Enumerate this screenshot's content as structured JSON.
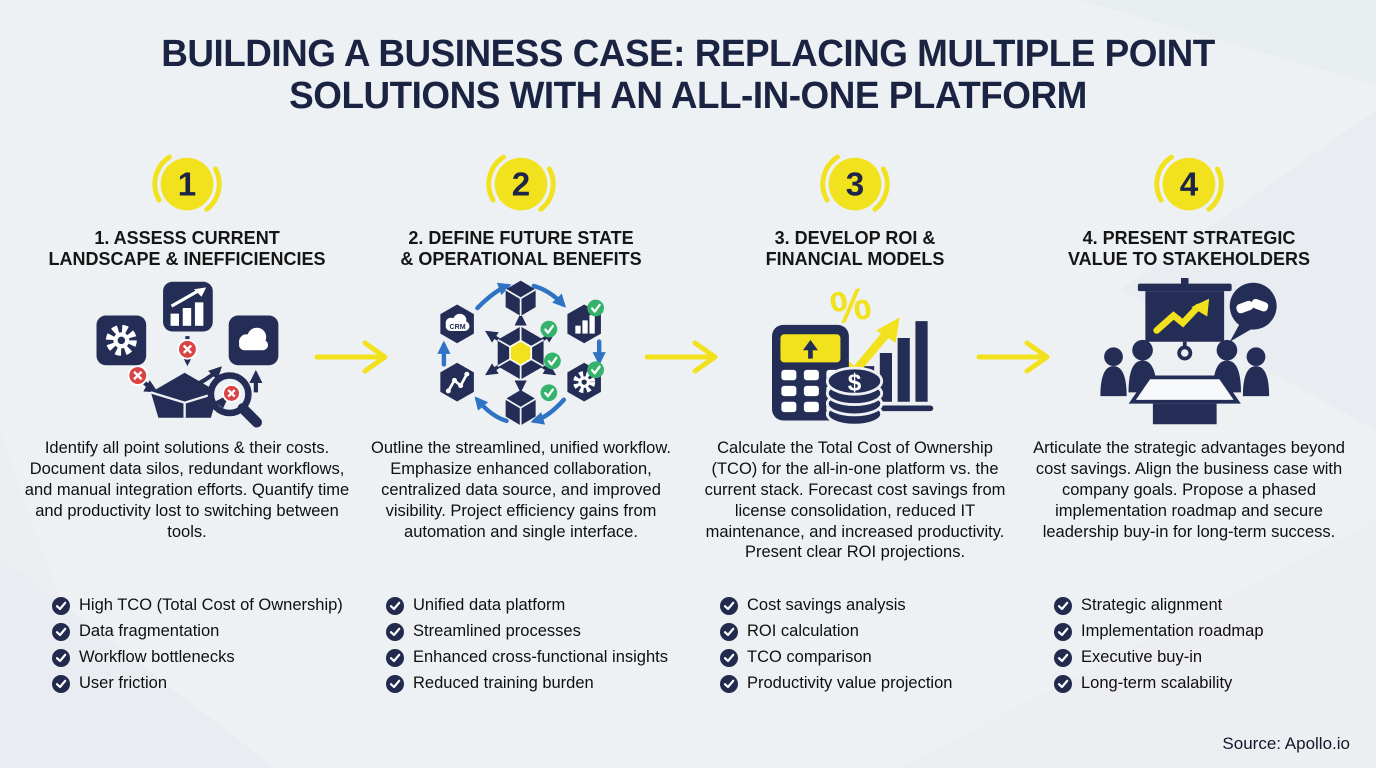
{
  "title": "BUILDING A BUSINESS CASE: REPLACING MULTIPLE POINT\nSOLUTIONS WITH AN ALL-IN-ONE PLATFORM",
  "source": "Source: Apollo.io",
  "colors": {
    "accent_yellow": "#f2e11d",
    "navy": "#232d55",
    "title_navy": "#1a2342",
    "green_check": "#35b36c",
    "red_error": "#da4444",
    "blue_arrow": "#2e73c4",
    "background": "#eef1f4"
  },
  "steps": [
    {
      "number": "1",
      "title": "1. ASSESS CURRENT\nLANDSCAPE & INEFFICIENCIES",
      "icon": "fragmented-tools-audit-icon",
      "description": "Identify all point solutions & their costs. Document data silos, redundant workflows, and manual integration efforts. Quantify time and productivity lost to switching between tools.",
      "bullets": [
        "High TCO (Total Cost of Ownership)",
        "Data fragmentation",
        "Workflow bottlenecks",
        "User friction"
      ]
    },
    {
      "number": "2",
      "title": "2. DEFINE FUTURE STATE\n& OPERATIONAL BENEFITS",
      "icon": "unified-platform-hub-icon",
      "icon_glyphs": [
        "CRM"
      ],
      "description": "Outline the streamlined, unified workflow. Emphasize enhanced collaboration, centralized data source, and improved visibility. Project efficiency gains from automation and single interface.",
      "bullets": [
        "Unified data platform",
        "Streamlined processes",
        "Enhanced cross-functional insights",
        "Reduced training burden"
      ]
    },
    {
      "number": "3",
      "title": "3. DEVELOP ROI &\nFINANCIAL MODELS",
      "icon": "roi-calculator-icon",
      "icon_glyphs": [
        "%",
        "$"
      ],
      "description": "Calculate the Total Cost of Ownership (TCO) for the all-in-one platform vs. the current stack. Forecast cost savings from license consolidation, reduced IT maintenance, and increased productivity. Present clear ROI projections.",
      "bullets": [
        "Cost savings analysis",
        "ROI calculation",
        "TCO comparison",
        "Productivity value projection"
      ]
    },
    {
      "number": "4",
      "title": "4. PRESENT STRATEGIC\nVALUE TO STAKEHOLDERS",
      "icon": "stakeholder-meeting-icon",
      "description": "Articulate the strategic advantages beyond cost savings. Align the business case with company goals. Propose a phased implementation roadmap and secure leadership buy-in for long-term success.",
      "bullets": [
        "Strategic alignment",
        "Implementation roadmap",
        "Executive buy-in",
        "Long-term scalability"
      ]
    }
  ]
}
